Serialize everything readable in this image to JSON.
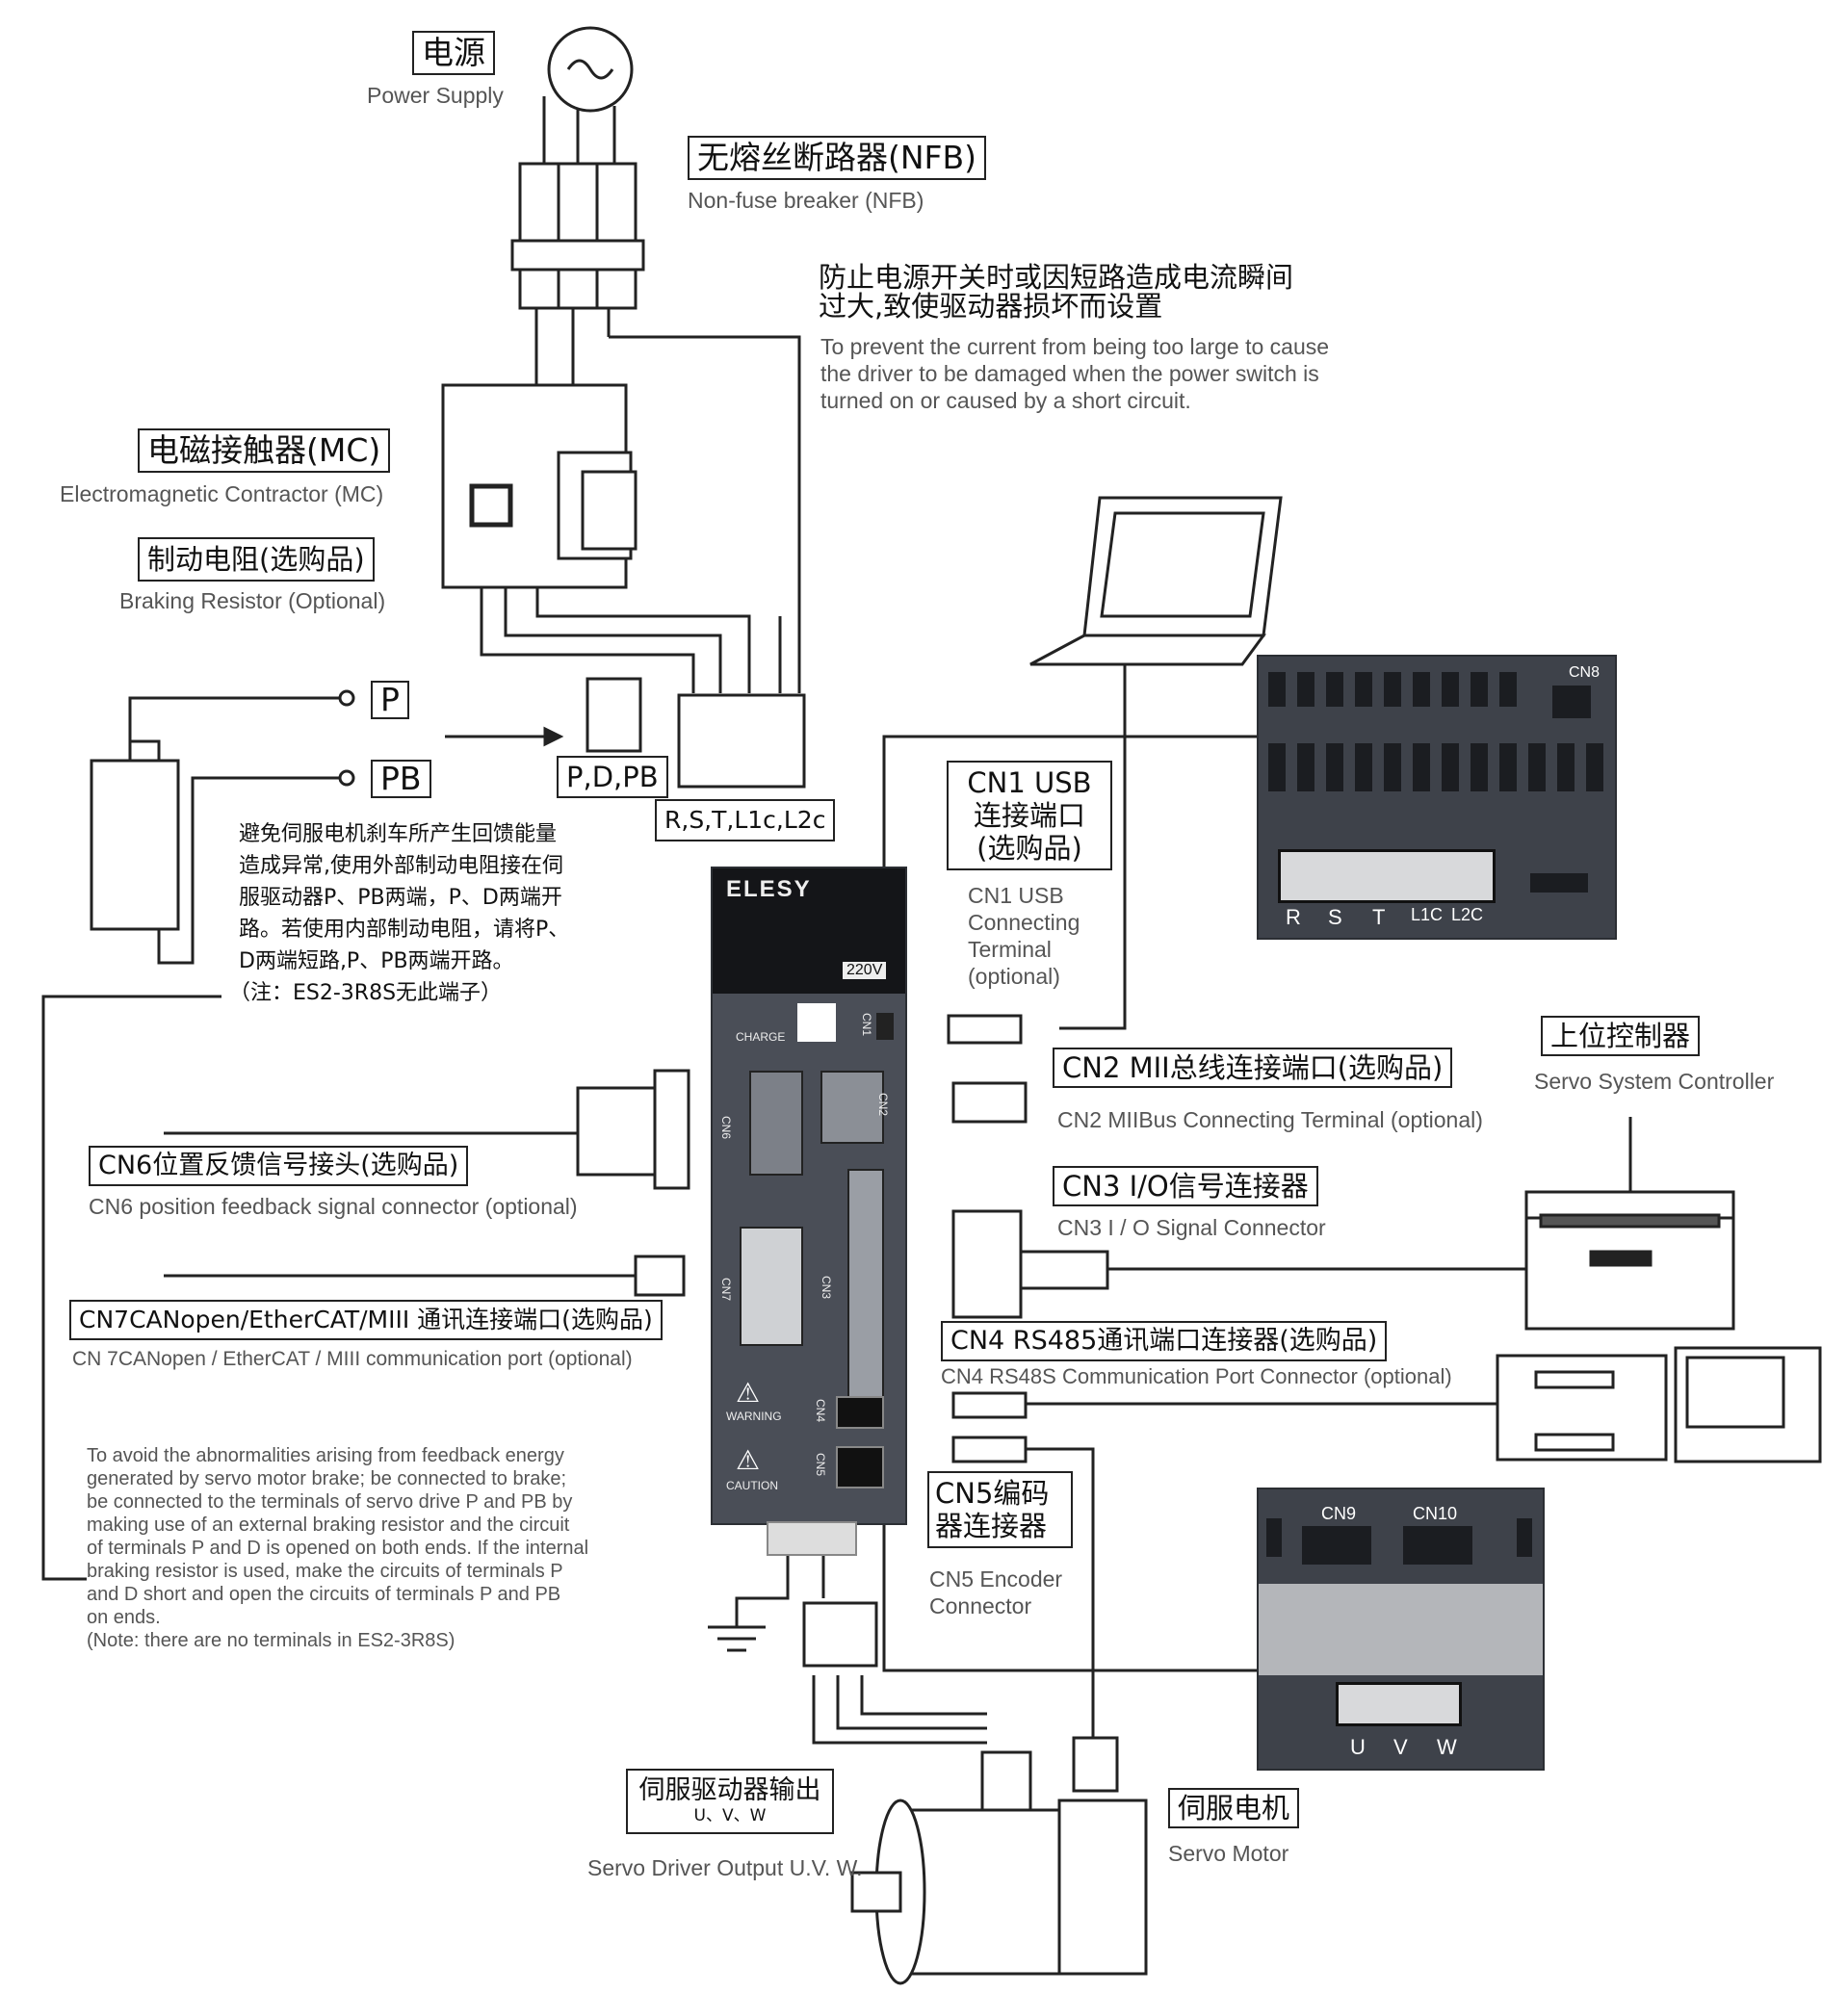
{
  "power_supply": {
    "zh": "电源",
    "en": "Power Supply"
  },
  "nfb": {
    "zh": "无熔丝断路器(NFB)",
    "en": "Non-fuse breaker (NFB)"
  },
  "protect_note": {
    "zh_line1": "防止电源开关时或因短路造成电流瞬间",
    "zh_line2": "过大,致使驱动器损坏而设置",
    "en_line1": "To prevent the current from being too large to cause",
    "en_line2": "the driver to be damaged when the power switch is",
    "en_line3": "turned on or caused by a short circuit."
  },
  "mc": {
    "zh": "电磁接触器(MC)",
    "en": "Electromagnetic Contractor (MC)"
  },
  "braking": {
    "zh": "制动电阻(选购品)",
    "en": "Braking Resistor (Optional)"
  },
  "terminal_p": "P",
  "terminal_pb": "PB",
  "terminal_pdpb": "P,D,PB",
  "terminal_rst": "R,S,T,L1c,L2c",
  "braking_note_zh": [
    "避免伺服电机刹车所产生回馈能量",
    "造成异常,使用外部制动电阻接在伺",
    "服驱动器P、PB两端，P、D两端开",
    "路。若使用内部制动电阻，请将P、",
    "D两端短路,P、PB两端开路。",
    "（注：ES2-3R8S无此端子）"
  ],
  "braking_note_en": [
    "To avoid the abnormalities arising from feedback energy",
    "generated by servo motor  brake; be connected to brake;",
    "be connected to the terminals of servo drive P and PB by",
    "making use of an external braking resistor and the circuit",
    "of terminals P and D is opened on both ends. If the internal",
    "braking resistor is used, make the circuits of terminals P",
    "and D short and open the circuits of terminals P and PB",
    "on ends.",
    "(Note: there are no terminals in ES2-3R8S)"
  ],
  "cn1": {
    "zh1": "CN1 USB",
    "zh2": "连接端口",
    "zh3": "(选购品)",
    "en1": "CN1 USB",
    "en2": "Connecting",
    "en3": "Terminal",
    "en4": "(optional)"
  },
  "cn2": {
    "zh": "CN2  MII总线连接端口(选购品)",
    "en": "CN2 MIIBus Connecting Terminal (optional)"
  },
  "cn3": {
    "zh": "CN3  I/O信号连接器",
    "en": "CN3 I / O Signal Connector"
  },
  "cn4": {
    "zh": "CN4  RS485通讯端口连接器(选购品)",
    "en": "CN4 RS48S Communication Port Connector (optional)"
  },
  "cn5": {
    "zh1": "CN5编码",
    "zh2": "器连接器",
    "en1": "CN5 Encoder",
    "en2": "Connector"
  },
  "cn6": {
    "zh": "CN6位置反馈信号接头(选购品)",
    "en": "CN6 position feedback signal connector (optional)"
  },
  "cn7": {
    "zh": "CN7CANopen/EtherCAT/MIII 通讯连接端口(选购品)",
    "en": "CN 7CANopen  / EtherCAT / MIII communication port (optional)"
  },
  "host": {
    "zh": "上位控制器",
    "en": "Servo System Controller"
  },
  "uvw_out": {
    "zh": "伺服驱动器输出",
    "sub": "U、V、W",
    "en": "Servo Driver Output U.V. W."
  },
  "motor": {
    "zh": "伺服电机",
    "en": "Servo Motor"
  },
  "driver": {
    "brand": "ELESY",
    "voltage": "220V",
    "charge": "CHARGE",
    "warning": "WARNING",
    "caution": "CAUTION",
    "ports": [
      "CN1",
      "CN2",
      "CN6",
      "CN3",
      "CN7",
      "CN4",
      "CN5"
    ]
  },
  "top_panel": {
    "cn8": "CN8",
    "terminals": [
      "R",
      "S",
      "T",
      "L1C",
      "L2C"
    ]
  },
  "bottom_panel": {
    "cn9": "CN9",
    "cn10": "CN10",
    "terminals": [
      "U",
      "V",
      "W"
    ]
  }
}
